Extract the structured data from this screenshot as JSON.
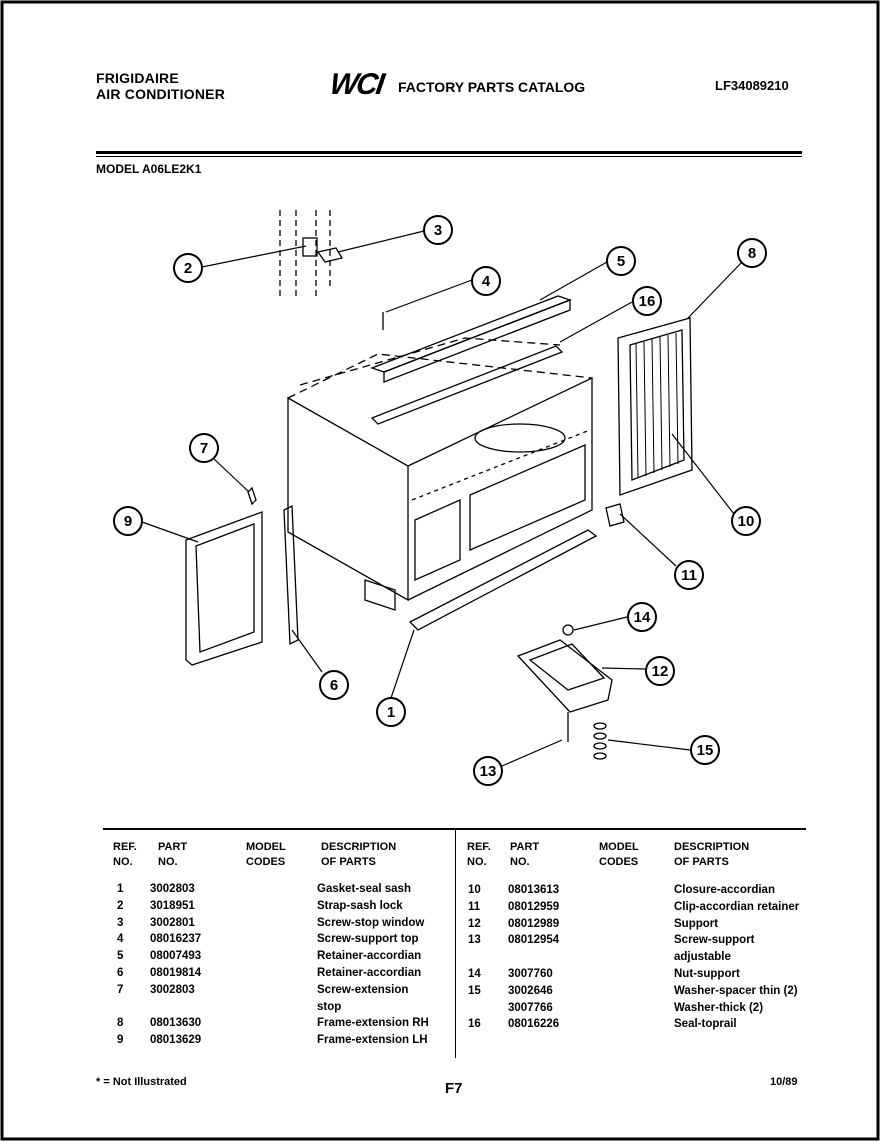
{
  "header": {
    "brand_line1": "FRIGIDAIRE",
    "brand_line2": "AIR CONDITIONER",
    "logo": "WCI",
    "catalog_title": "FACTORY PARTS CATALOG",
    "doc_number": "LF34089210",
    "model": "MODEL A06LE2K1"
  },
  "diagram": {
    "callouts": [
      "1",
      "2",
      "3",
      "4",
      "5",
      "6",
      "7",
      "8",
      "9",
      "10",
      "11",
      "12",
      "13",
      "14",
      "15",
      "16"
    ]
  },
  "table": {
    "headers": {
      "ref": "REF.",
      "ref2": "NO.",
      "part": "PART",
      "part2": "NO.",
      "model": "MODEL",
      "model2": "CODES",
      "desc": "DESCRIPTION",
      "desc2": "OF PARTS"
    },
    "left": {
      "ref": "1\n2\n3\n4\n5\n6\n7\n\n8\n9",
      "part": "3002803\n3018951\n3002801\n08016237\n08007493\n08019814\n3002803\n\n08013630\n08013629",
      "desc": "Gasket-seal sash\nStrap-sash lock\nScrew-stop window\nScrew-support top\nRetainer-accordian\nRetainer-accordian\nScrew-extension\nstop\nFrame-extension RH\nFrame-extension LH"
    },
    "right": {
      "ref": "10\n11\n12\n13\n\n14\n15\n\n16",
      "part": "08013613\n08012959\n08012989\n08012954\n\n3007760\n3002646\n3007766\n08016226",
      "desc": "Closure-accordian\nClip-accordian retainer\nSupport\nScrew-support\nadjustable\nNut-support\nWasher-spacer thin (2)\nWasher-thick (2)\nSeal-toprail"
    }
  },
  "footer": {
    "note": "* = Not Illustrated",
    "page": "F7",
    "date": "10/89"
  }
}
